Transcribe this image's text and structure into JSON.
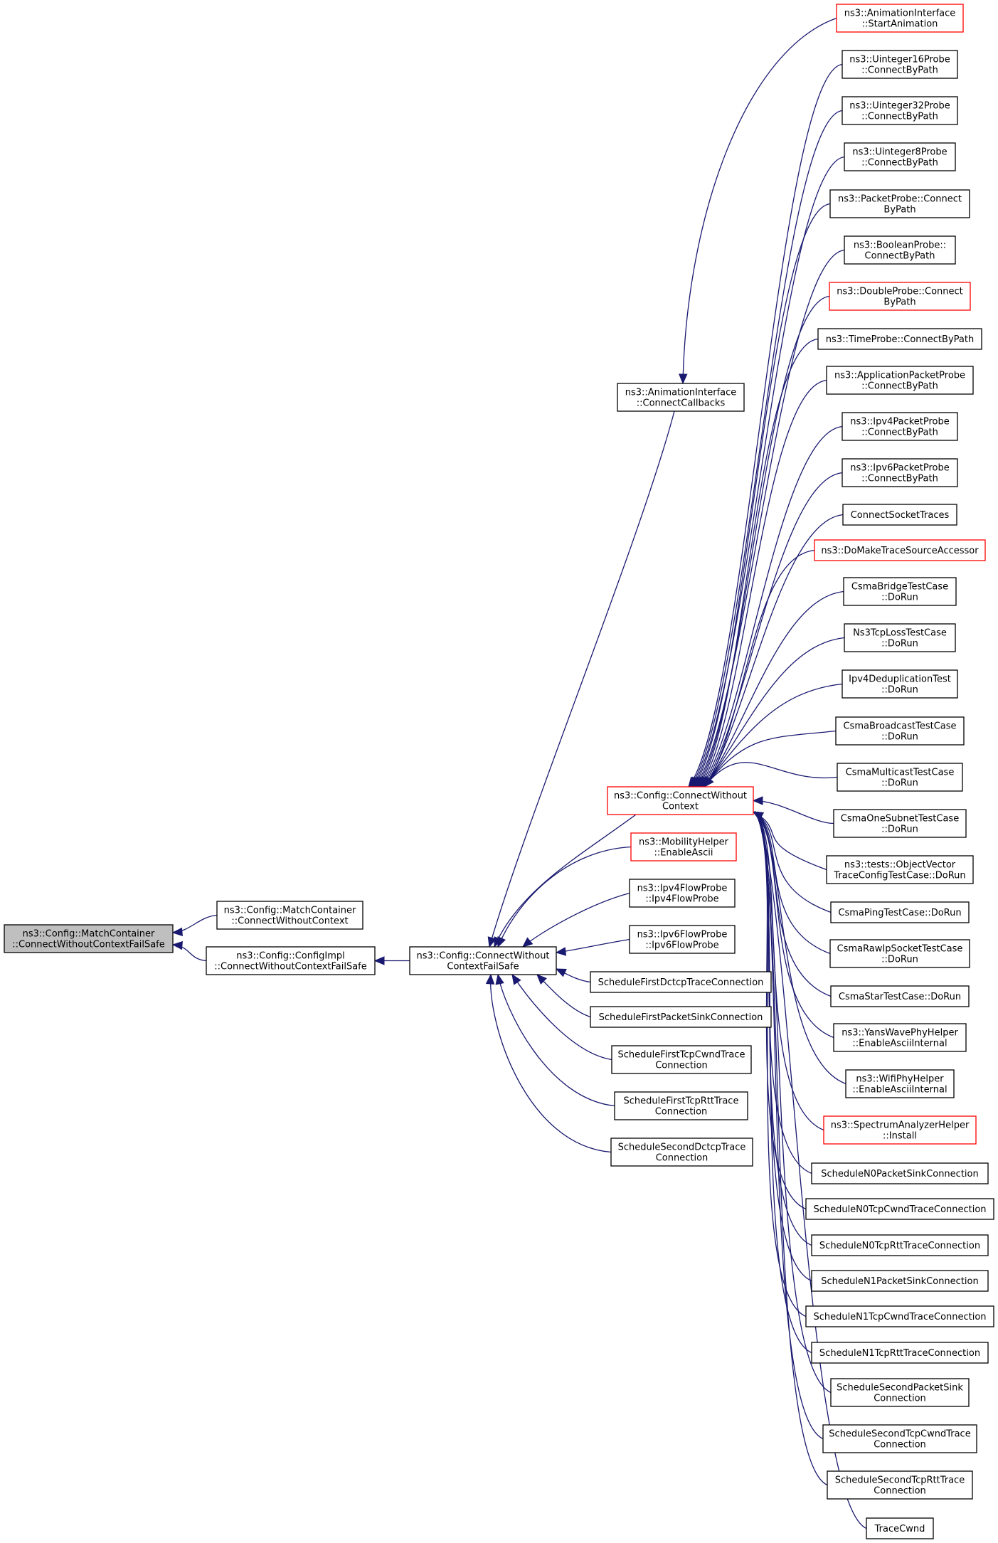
{
  "root": {
    "lines": [
      "ns3::Config::MatchContainer",
      "::ConnectWithoutContextFailSafe"
    ]
  },
  "level1": [
    {
      "id": "match_cwc",
      "lines": [
        "ns3::Config::MatchContainer",
        "::ConnectWithoutContext"
      ],
      "red": false
    },
    {
      "id": "impl_cwcfs",
      "lines": [
        "ns3::Config::ConfigImpl",
        "::ConnectWithoutContextFailSafe"
      ],
      "red": false
    }
  ],
  "level2": {
    "id": "cwcfs",
    "lines": [
      "ns3::Config::ConnectWithout",
      "ContextFailSafe"
    ],
    "red": false
  },
  "level3": [
    {
      "id": "anim_cc",
      "lines": [
        "ns3::AnimationInterface",
        "::ConnectCallbacks"
      ],
      "red": false
    },
    {
      "id": "cwc",
      "lines": [
        "ns3::Config::ConnectWithout",
        "Context"
      ],
      "red": true
    },
    {
      "id": "mob_ea",
      "lines": [
        "ns3::MobilityHelper",
        "::EnableAscii"
      ],
      "red": true
    },
    {
      "id": "ipv4fp",
      "lines": [
        "ns3::Ipv4FlowProbe",
        "::Ipv4FlowProbe"
      ],
      "red": false
    },
    {
      "id": "ipv6fp",
      "lines": [
        "ns3::Ipv6FlowProbe",
        "::Ipv6FlowProbe"
      ],
      "red": false
    },
    {
      "id": "sfdctcp",
      "lines": [
        "ScheduleFirstDctcpTraceConnection"
      ],
      "red": false
    },
    {
      "id": "sfpsink",
      "lines": [
        "ScheduleFirstPacketSinkConnection"
      ],
      "red": false
    },
    {
      "id": "sftcpcwnd",
      "lines": [
        "ScheduleFirstTcpCwndTrace",
        "Connection"
      ],
      "red": false
    },
    {
      "id": "sftcprtt",
      "lines": [
        "ScheduleFirstTcpRttTrace",
        "Connection"
      ],
      "red": false
    },
    {
      "id": "ssdctcp",
      "lines": [
        "ScheduleSecondDctcpTrace",
        "Connection"
      ],
      "red": false
    }
  ],
  "anim_start": {
    "lines": [
      "ns3::AnimationInterface",
      "::StartAnimation"
    ],
    "red": true
  },
  "cwc_callers": [
    {
      "lines": [
        "ns3::Uinteger16Probe",
        "::ConnectByPath"
      ],
      "red": false
    },
    {
      "lines": [
        "ns3::Uinteger32Probe",
        "::ConnectByPath"
      ],
      "red": false
    },
    {
      "lines": [
        "ns3::Uinteger8Probe",
        "::ConnectByPath"
      ],
      "red": false
    },
    {
      "lines": [
        "ns3::PacketProbe::Connect",
        "ByPath"
      ],
      "red": false
    },
    {
      "lines": [
        "ns3::BooleanProbe::",
        "ConnectByPath"
      ],
      "red": false
    },
    {
      "lines": [
        "ns3::DoubleProbe::Connect",
        "ByPath"
      ],
      "red": true
    },
    {
      "lines": [
        "ns3::TimeProbe::ConnectByPath"
      ],
      "red": false
    },
    {
      "lines": [
        "ns3::ApplicationPacketProbe",
        "::ConnectByPath"
      ],
      "red": false
    },
    {
      "lines": [
        "ns3::Ipv4PacketProbe",
        "::ConnectByPath"
      ],
      "red": false
    },
    {
      "lines": [
        "ns3::Ipv6PacketProbe",
        "::ConnectByPath"
      ],
      "red": false
    },
    {
      "lines": [
        "ConnectSocketTraces"
      ],
      "red": false
    },
    {
      "lines": [
        "ns3::DoMakeTraceSourceAccessor"
      ],
      "red": true
    },
    {
      "lines": [
        "CsmaBridgeTestCase",
        "::DoRun"
      ],
      "red": false
    },
    {
      "lines": [
        "Ns3TcpLossTestCase",
        "::DoRun"
      ],
      "red": false
    },
    {
      "lines": [
        "Ipv4DeduplicationTest",
        "::DoRun"
      ],
      "red": false
    },
    {
      "lines": [
        "CsmaBroadcastTestCase",
        "::DoRun"
      ],
      "red": false
    },
    {
      "lines": [
        "CsmaMulticastTestCase",
        "::DoRun"
      ],
      "red": false
    },
    {
      "lines": [
        "CsmaOneSubnetTestCase",
        "::DoRun"
      ],
      "red": false
    },
    {
      "lines": [
        "ns3::tests::ObjectVector",
        "TraceConfigTestCase::DoRun"
      ],
      "red": false
    },
    {
      "lines": [
        "CsmaPingTestCase::DoRun"
      ],
      "red": false
    },
    {
      "lines": [
        "CsmaRawIpSocketTestCase",
        "::DoRun"
      ],
      "red": false
    },
    {
      "lines": [
        "CsmaStarTestCase::DoRun"
      ],
      "red": false
    },
    {
      "lines": [
        "ns3::YansWavePhyHelper",
        "::EnableAsciiInternal"
      ],
      "red": false
    },
    {
      "lines": [
        "ns3::WifiPhyHelper",
        "::EnableAsciiInternal"
      ],
      "red": false
    },
    {
      "lines": [
        "ns3::SpectrumAnalyzerHelper",
        "::Install"
      ],
      "red": true
    },
    {
      "lines": [
        "ScheduleN0PacketSinkConnection"
      ],
      "red": false
    },
    {
      "lines": [
        "ScheduleN0TcpCwndTraceConnection"
      ],
      "red": false
    },
    {
      "lines": [
        "ScheduleN0TcpRttTraceConnection"
      ],
      "red": false
    },
    {
      "lines": [
        "ScheduleN1PacketSinkConnection"
      ],
      "red": false
    },
    {
      "lines": [
        "ScheduleN1TcpCwndTraceConnection"
      ],
      "red": false
    },
    {
      "lines": [
        "ScheduleN1TcpRttTraceConnection"
      ],
      "red": false
    },
    {
      "lines": [
        "ScheduleSecondPacketSink",
        "Connection"
      ],
      "red": false
    },
    {
      "lines": [
        "ScheduleSecondTcpCwndTrace",
        "Connection"
      ],
      "red": false
    },
    {
      "lines": [
        "ScheduleSecondTcpRttTrace",
        "Connection"
      ],
      "red": false
    },
    {
      "lines": [
        "TraceCwnd"
      ],
      "red": false
    }
  ]
}
